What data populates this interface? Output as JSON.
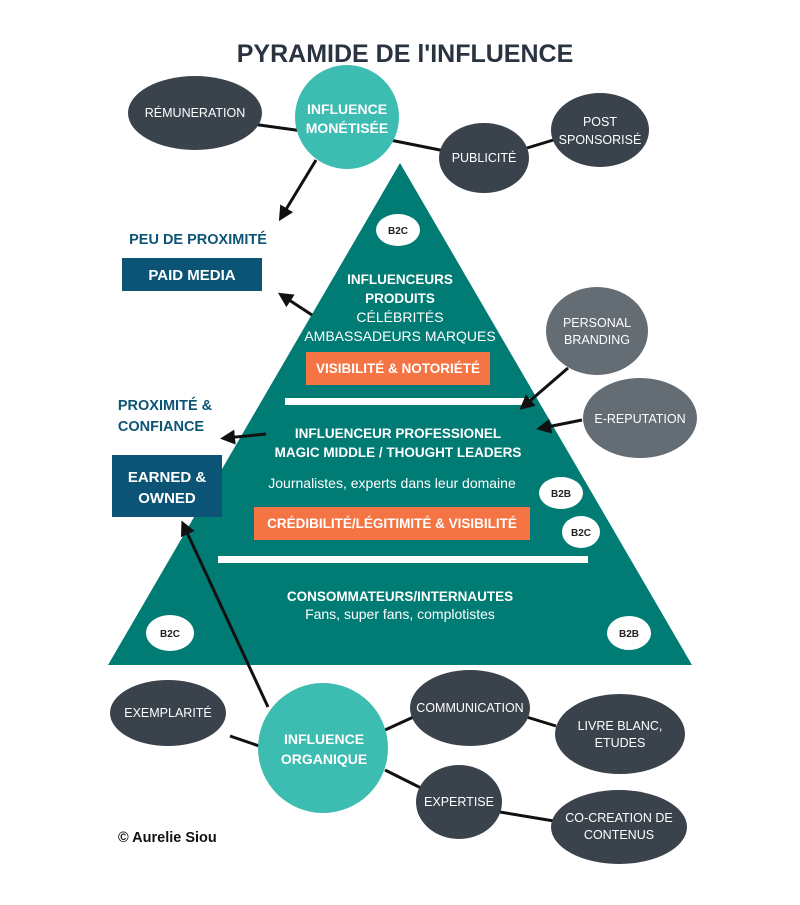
{
  "title": "PYRAMIDE DE l'INFLUENCE",
  "colors": {
    "teal": "#007c74",
    "light_teal": "#3dbdb1",
    "dark_bubble": "#3a424c",
    "grey_bubble": "#646c74",
    "navy": "#0c5475",
    "orange": "#f47444",
    "title": "#2a3340"
  },
  "top_bubbles": {
    "influence_monetisee": [
      "INFLUENCE",
      "MONÉTISÉE"
    ],
    "remuneration": "RÉMUNERATION",
    "publicite": "PUBLICITÉ",
    "post_sponsorise": [
      "POST",
      "SPONSORISÉ"
    ]
  },
  "left_labels": {
    "peu_de_proximite": "PEU DE PROXIMITÉ",
    "paid_media": "PAID MEDIA",
    "proximite_confiance": [
      "PROXIMITÉ &",
      "CONFIANCE"
    ],
    "earned_owned": [
      "EARNED &",
      "OWNED"
    ]
  },
  "pyramid": {
    "top": {
      "lines_bold": [
        "INFLUENCEURS",
        "PRODUITS"
      ],
      "lines_regular": [
        "CÉLÉBRITÉS",
        "AMBASSADEURS MARQUES"
      ],
      "tag": "VISIBILITÉ & NOTORIÉTÉ"
    },
    "middle": {
      "lines_bold": [
        "INFLUENCEUR PROFESSIONEL",
        "MAGIC MIDDLE / THOUGHT LEADERS"
      ],
      "line_regular": "Journalistes, experts dans leur domaine",
      "tag": "CRÉDIBILITÉ/LÉGITIMITÉ & VISIBILITÉ"
    },
    "bottom": {
      "line_bold": "CONSOMMATEURS/INTERNAUTES",
      "line_regular": "Fans, super fans, complotistes"
    },
    "badges": {
      "top": "B2C",
      "middle_b2b": "B2B",
      "middle_b2c": "B2C",
      "bottom_left": "B2C",
      "bottom_right": "B2B"
    }
  },
  "right_bubbles": {
    "personal_branding": [
      "PERSONAL",
      "BRANDING"
    ],
    "e_reputation": "E-REPUTATION"
  },
  "bottom_bubbles": {
    "influence_organique": [
      "INFLUENCE",
      "ORGANIQUE"
    ],
    "exemplarite": "EXEMPLARITÉ",
    "communication": "COMMUNICATION",
    "livre_blanc": [
      "LIVRE BLANC,",
      "ETUDES"
    ],
    "expertise": "EXPERTISE",
    "co_creation": [
      "CO-CREATION DE",
      "CONTENUS"
    ]
  },
  "copyright": "© Aurelie Siou"
}
